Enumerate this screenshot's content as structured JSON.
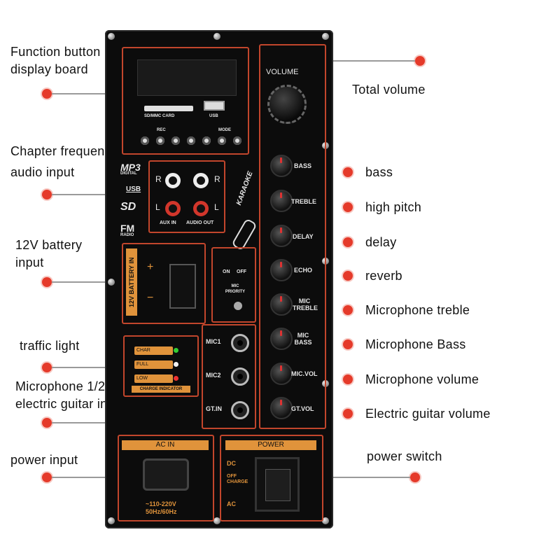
{
  "callouts": {
    "function_board": [
      "Function button",
      "display board"
    ],
    "chapter_output": "Chapter frequency output",
    "audio_input": "audio input",
    "battery_input": [
      "12V battery",
      "input"
    ],
    "traffic_light": "traffic light",
    "mic_guitar": [
      "Microphone 1/2",
      "electric guitar input"
    ],
    "power_input": "power input",
    "total_volume": "Total volume",
    "bass": "bass",
    "high_pitch": "high pitch",
    "delay": "delay",
    "reverb": "reverb",
    "mic_treble": "Microphone treble",
    "mic_bass": "Microphone Bass",
    "mic_volume": "Microphone volume",
    "guitar_volume": "Electric guitar volume",
    "power_switch": "power switch"
  },
  "panel": {
    "volume": "VOLUME",
    "sd_card": "SD/MMC CARD",
    "usb": "USB",
    "buttons": [
      "REC",
      "MODE"
    ],
    "knobs": [
      "BASS",
      "TREBLE",
      "DELAY",
      "ECHO",
      "MIC TREBLE",
      "MIC BASS",
      "MIC.VOL",
      "GT.VOL"
    ],
    "logos": [
      "MP3",
      "USB",
      "SD",
      "FM"
    ],
    "logo_subs": [
      "DIGITAL",
      "RADIO"
    ],
    "rca_r": "R",
    "rca_l": "L",
    "aux_in": "AUX IN",
    "audio_out": "AUDIO OUT",
    "karaoke": "KARAOKE",
    "battery_in": "12V BATTERY IN",
    "plus": "+",
    "minus": "−",
    "on": "ON",
    "off": "OFF",
    "mic_priority": "MIC PRIORITY",
    "mic_jacks": [
      "MIC1",
      "MIC2",
      "GT.IN"
    ],
    "charge_rows": [
      "CHAR",
      "FULL",
      "LOW"
    ],
    "charge_indicator": "CHARGE INDICATOR",
    "ac_in": "AC IN",
    "ac_spec": [
      "~110-220V",
      "50Hz/60Hz"
    ],
    "power": "POWER",
    "dc": "DC",
    "off_charge": [
      "OFF",
      "CHARGE"
    ],
    "ac": "AC"
  }
}
